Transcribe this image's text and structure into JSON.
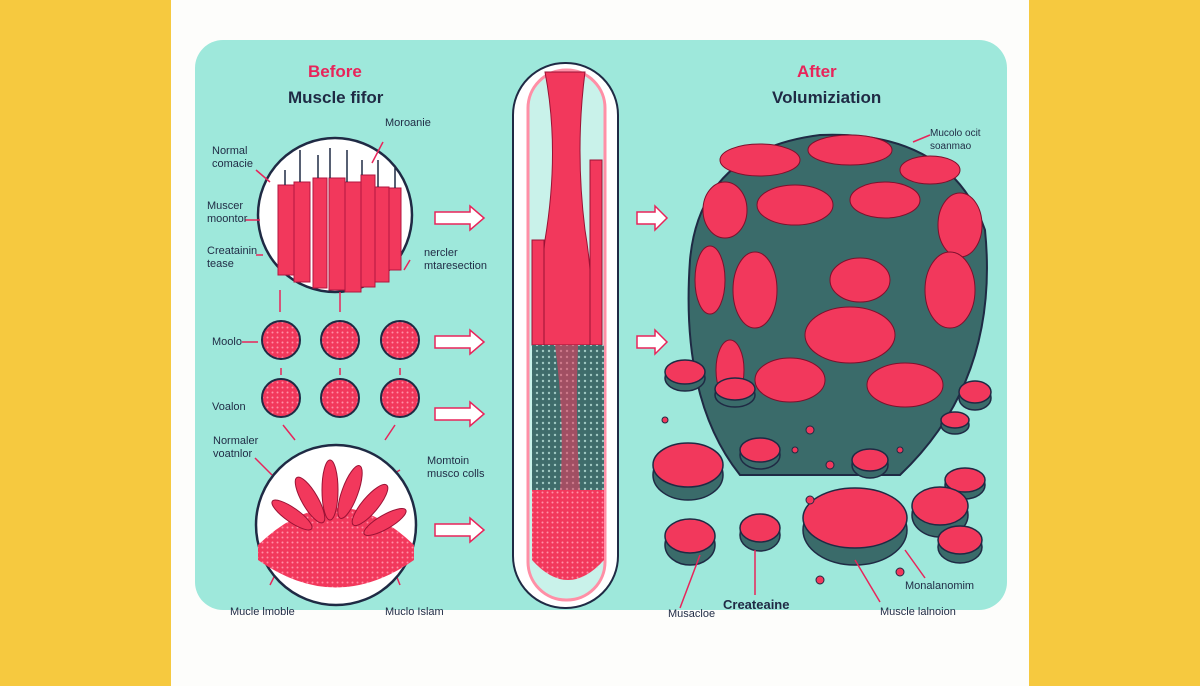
{
  "colors": {
    "outer_background": "#f6c93f",
    "sheet": "#fdfdfb",
    "panel": "#9ee8db",
    "muscle_red": "#f2385c",
    "title_red": "#e8245a",
    "text_dark": "#1f2a44",
    "teal_dark": "#3a6b6a"
  },
  "before": {
    "title": "Before",
    "subtitle": "Muscle fifor",
    "labels": {
      "top_arrow": "Moroanie",
      "normal": "Normal\ncomacie",
      "muscle_monitor": "Muscer\nmoontor",
      "creatine": "Creatainin\ntease",
      "nerve": "nercler\nmtaresection",
      "row1": "Moolo",
      "row2": "Voalon",
      "normal_vector": "Normaler\nvoatnlor",
      "mountain": "Momtoin\nmusco colls",
      "bottom_left": "Mucle lmoble",
      "bottom_right": "Muclo Islam"
    }
  },
  "after": {
    "title": "After",
    "subtitle": "Volumiziation",
    "labels": {
      "top": "Mucolo ocit\nsoanmao",
      "bottom_left": "Musacloe",
      "creatine": "Createaine",
      "mono": "Monalanomim",
      "bottom_right": "Muscle lalnoion"
    }
  }
}
